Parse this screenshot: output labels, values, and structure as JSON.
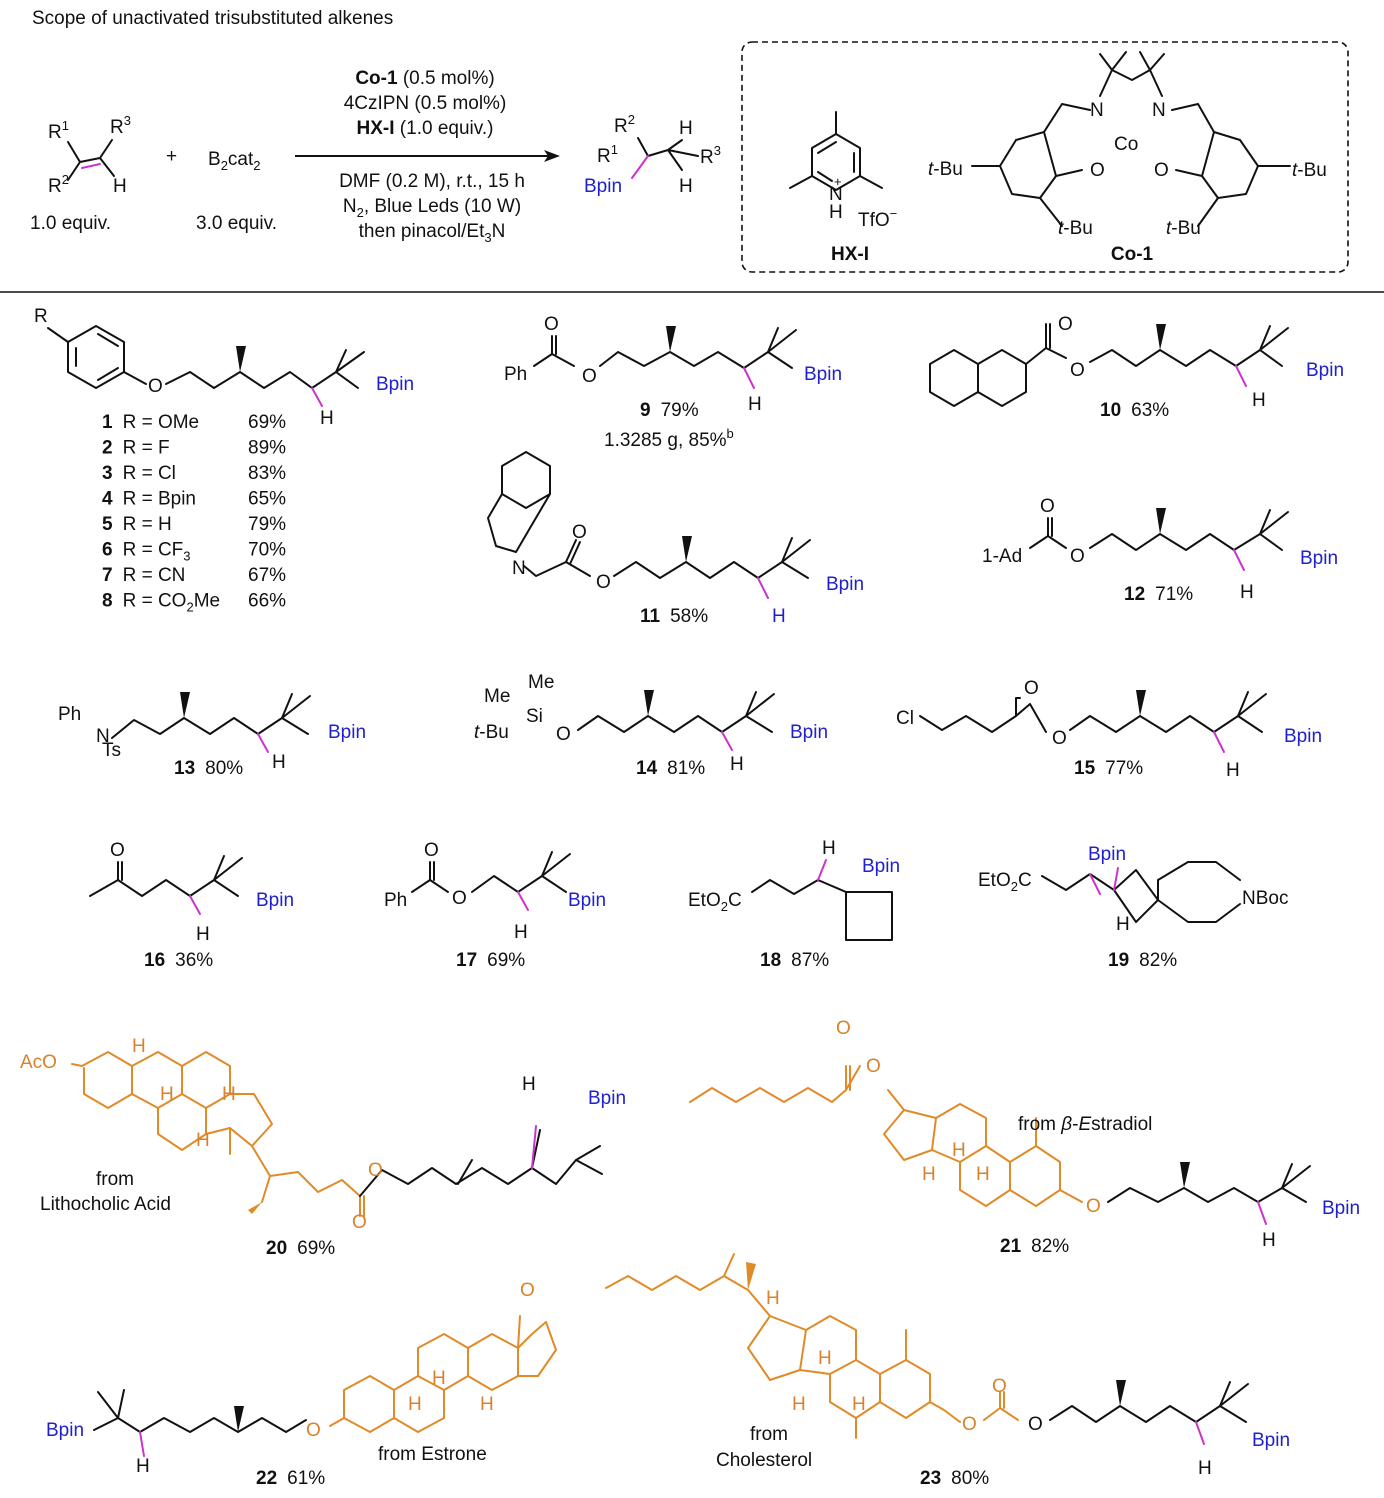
{
  "title": "Scope of unactivated trisubstituted alkenes",
  "reaction": {
    "alkene": {
      "r1": "R",
      "r1sup": "1",
      "r2": "R",
      "r2sup": "2",
      "r3": "R",
      "r3sup": "3",
      "h": "H",
      "equiv": "1.0 equiv."
    },
    "plus": "+",
    "boron": {
      "b": "B",
      "b_sub": "2",
      "cat": "cat",
      "cat_sub": "2",
      "equiv": "3.0 equiv."
    },
    "conditions_above": {
      "line1_bold": "Co-1",
      "line1_rest": " (0.5 mol%)",
      "line2": "4CzIPN (0.5 mol%)",
      "line3_bold": "HX-I",
      "line3_rest": " (1.0 equiv.)"
    },
    "conditions_below": {
      "line1": "DMF (0.2 M), r.t., 15 h",
      "line2_a": "N",
      "line2_sub": "2",
      "line2_b": ", Blue Leds (10 W)",
      "line3_a": "then pinacol/Et",
      "line3_sub": "3",
      "line3_b": "N"
    },
    "product": {
      "r1": "R",
      "r1sup": "1",
      "r2": "R",
      "r2sup": "2",
      "r3": "R",
      "r3sup": "3",
      "h1": "H",
      "h2": "H",
      "bpin": "Bpin"
    }
  },
  "box": {
    "hx_label": "HX-I",
    "co_label": "Co-1",
    "n": "N",
    "h": "H",
    "plus": "+",
    "tfo": "TfO",
    "minus": "−",
    "co": "Co",
    "o": "O",
    "tbu_t": "t",
    "tbu_rest": "-Bu"
  },
  "left_series": {
    "r": "R",
    "o": "O",
    "h": "H",
    "bpin": "Bpin",
    "rows": [
      {
        "num": "1",
        "r": "R = OMe",
        "yield": "69%"
      },
      {
        "num": "2",
        "r": "R = F",
        "yield": "89%"
      },
      {
        "num": "3",
        "r": "R = Cl",
        "yield": "83%"
      },
      {
        "num": "4",
        "r": "R = Bpin",
        "yield": "65%"
      },
      {
        "num": "5",
        "r": "R = H",
        "yield": "79%"
      },
      {
        "num": "6",
        "r": "R = CF",
        "r_sub": "3",
        "yield": "70%"
      },
      {
        "num": "7",
        "r": "R = CN",
        "yield": "67%"
      },
      {
        "num": "8",
        "r": "R = CO",
        "r_sub": "2",
        "r_tail": "Me",
        "yield": "66%"
      }
    ]
  },
  "compounds": [
    {
      "num": "9",
      "yield": "79%",
      "note_a": "1.3285 g, 85%",
      "note_sup": "b",
      "labels": [
        "Ph",
        "O",
        "O",
        "H",
        "Bpin"
      ]
    },
    {
      "num": "10",
      "yield": "63%",
      "labels": [
        "O",
        "O",
        "H",
        "Bpin"
      ]
    },
    {
      "num": "11",
      "yield": "58%",
      "labels": [
        "N",
        "O",
        "O",
        "H",
        "Bpin"
      ]
    },
    {
      "num": "12",
      "yield": "71%",
      "labels": [
        "1-Ad",
        "O",
        "O",
        "H",
        "Bpin"
      ]
    },
    {
      "num": "13",
      "yield": "80%",
      "labels": [
        "Ph",
        "N",
        "Ts",
        "H",
        "Bpin"
      ]
    },
    {
      "num": "14",
      "yield": "81%",
      "labels": [
        "Me",
        "Me",
        "Si",
        "t",
        "-Bu",
        "O",
        "H",
        "Bpin"
      ]
    },
    {
      "num": "15",
      "yield": "77%",
      "labels": [
        "Cl",
        "O",
        "O",
        "H",
        "Bpin"
      ]
    },
    {
      "num": "16",
      "yield": "36%",
      "labels": [
        "O",
        "H",
        "Bpin"
      ]
    },
    {
      "num": "17",
      "yield": "69%",
      "labels": [
        "Ph",
        "O",
        "O",
        "H",
        "Bpin"
      ]
    },
    {
      "num": "18",
      "yield": "87%",
      "labels": [
        "EtO",
        "2",
        "C",
        "H",
        "Bpin"
      ]
    },
    {
      "num": "19",
      "yield": "82%",
      "labels": [
        "EtO",
        "2",
        "C",
        "Bpin",
        "H",
        "NBoc"
      ]
    },
    {
      "num": "20",
      "yield": "69%",
      "origin_a": "from",
      "origin_b": "Lithocholic Acid",
      "labels": [
        "AcO",
        "H",
        "H",
        "H",
        "H",
        "O",
        "O",
        "H",
        "Bpin"
      ]
    },
    {
      "num": "21",
      "yield": "82%",
      "origin_a": "from ",
      "origin_beta": "β",
      "origin_dash": "-",
      "origin_e": "E",
      "origin_rest": "stradiol",
      "labels": [
        "O",
        "O",
        "H",
        "H",
        "H",
        "O",
        "H",
        "Bpin"
      ]
    },
    {
      "num": "22",
      "yield": "61%",
      "origin": "from Estrone",
      "labels": [
        "O",
        "H",
        "H",
        "H",
        "O",
        "Bpin",
        "H"
      ]
    },
    {
      "num": "23",
      "yield": "80%",
      "origin_a": "from",
      "origin_b": "Cholesterol",
      "labels": [
        "H",
        "H",
        "H",
        "H",
        "O",
        "O",
        "O",
        "H",
        "Bpin"
      ]
    }
  ]
}
